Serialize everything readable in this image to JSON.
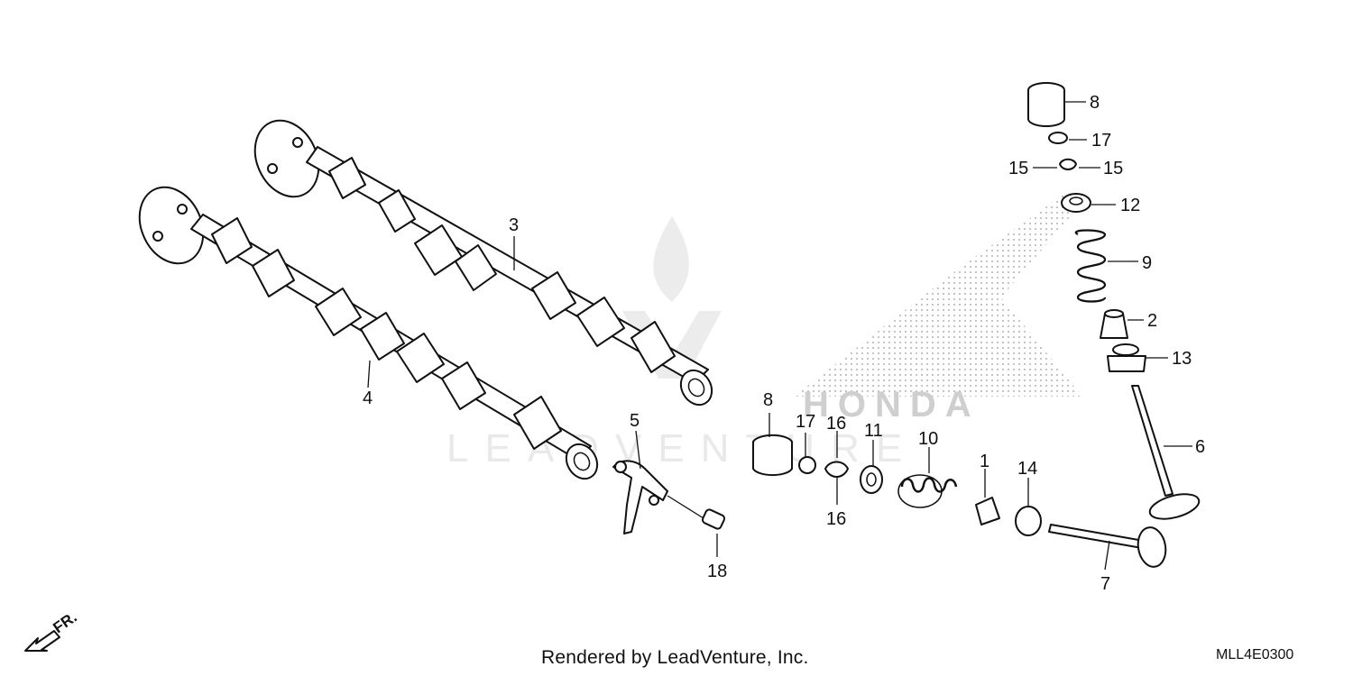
{
  "credit": "Rendered by LeadVenture, Inc.",
  "diagram_code": "MLL4E0300",
  "direction_label": "FR.",
  "watermark": {
    "brand": "HONDA",
    "renderer": "LEADVENTURE"
  },
  "callouts": [
    {
      "id": "c1",
      "label": "1"
    },
    {
      "id": "c2",
      "label": "2"
    },
    {
      "id": "c3",
      "label": "3"
    },
    {
      "id": "c4",
      "label": "4"
    },
    {
      "id": "c5",
      "label": "5"
    },
    {
      "id": "c6",
      "label": "6"
    },
    {
      "id": "c7",
      "label": "7"
    },
    {
      "id": "c8a",
      "label": "8"
    },
    {
      "id": "c8b",
      "label": "8"
    },
    {
      "id": "c9",
      "label": "9"
    },
    {
      "id": "c10",
      "label": "10"
    },
    {
      "id": "c11",
      "label": "11"
    },
    {
      "id": "c12",
      "label": "12"
    },
    {
      "id": "c13",
      "label": "13"
    },
    {
      "id": "c14",
      "label": "14"
    },
    {
      "id": "c15a",
      "label": "15"
    },
    {
      "id": "c15b",
      "label": "15"
    },
    {
      "id": "c16a",
      "label": "16"
    },
    {
      "id": "c16b",
      "label": "16"
    },
    {
      "id": "c17a",
      "label": "17"
    },
    {
      "id": "c17b",
      "label": "17"
    },
    {
      "id": "c18",
      "label": "18"
    }
  ]
}
